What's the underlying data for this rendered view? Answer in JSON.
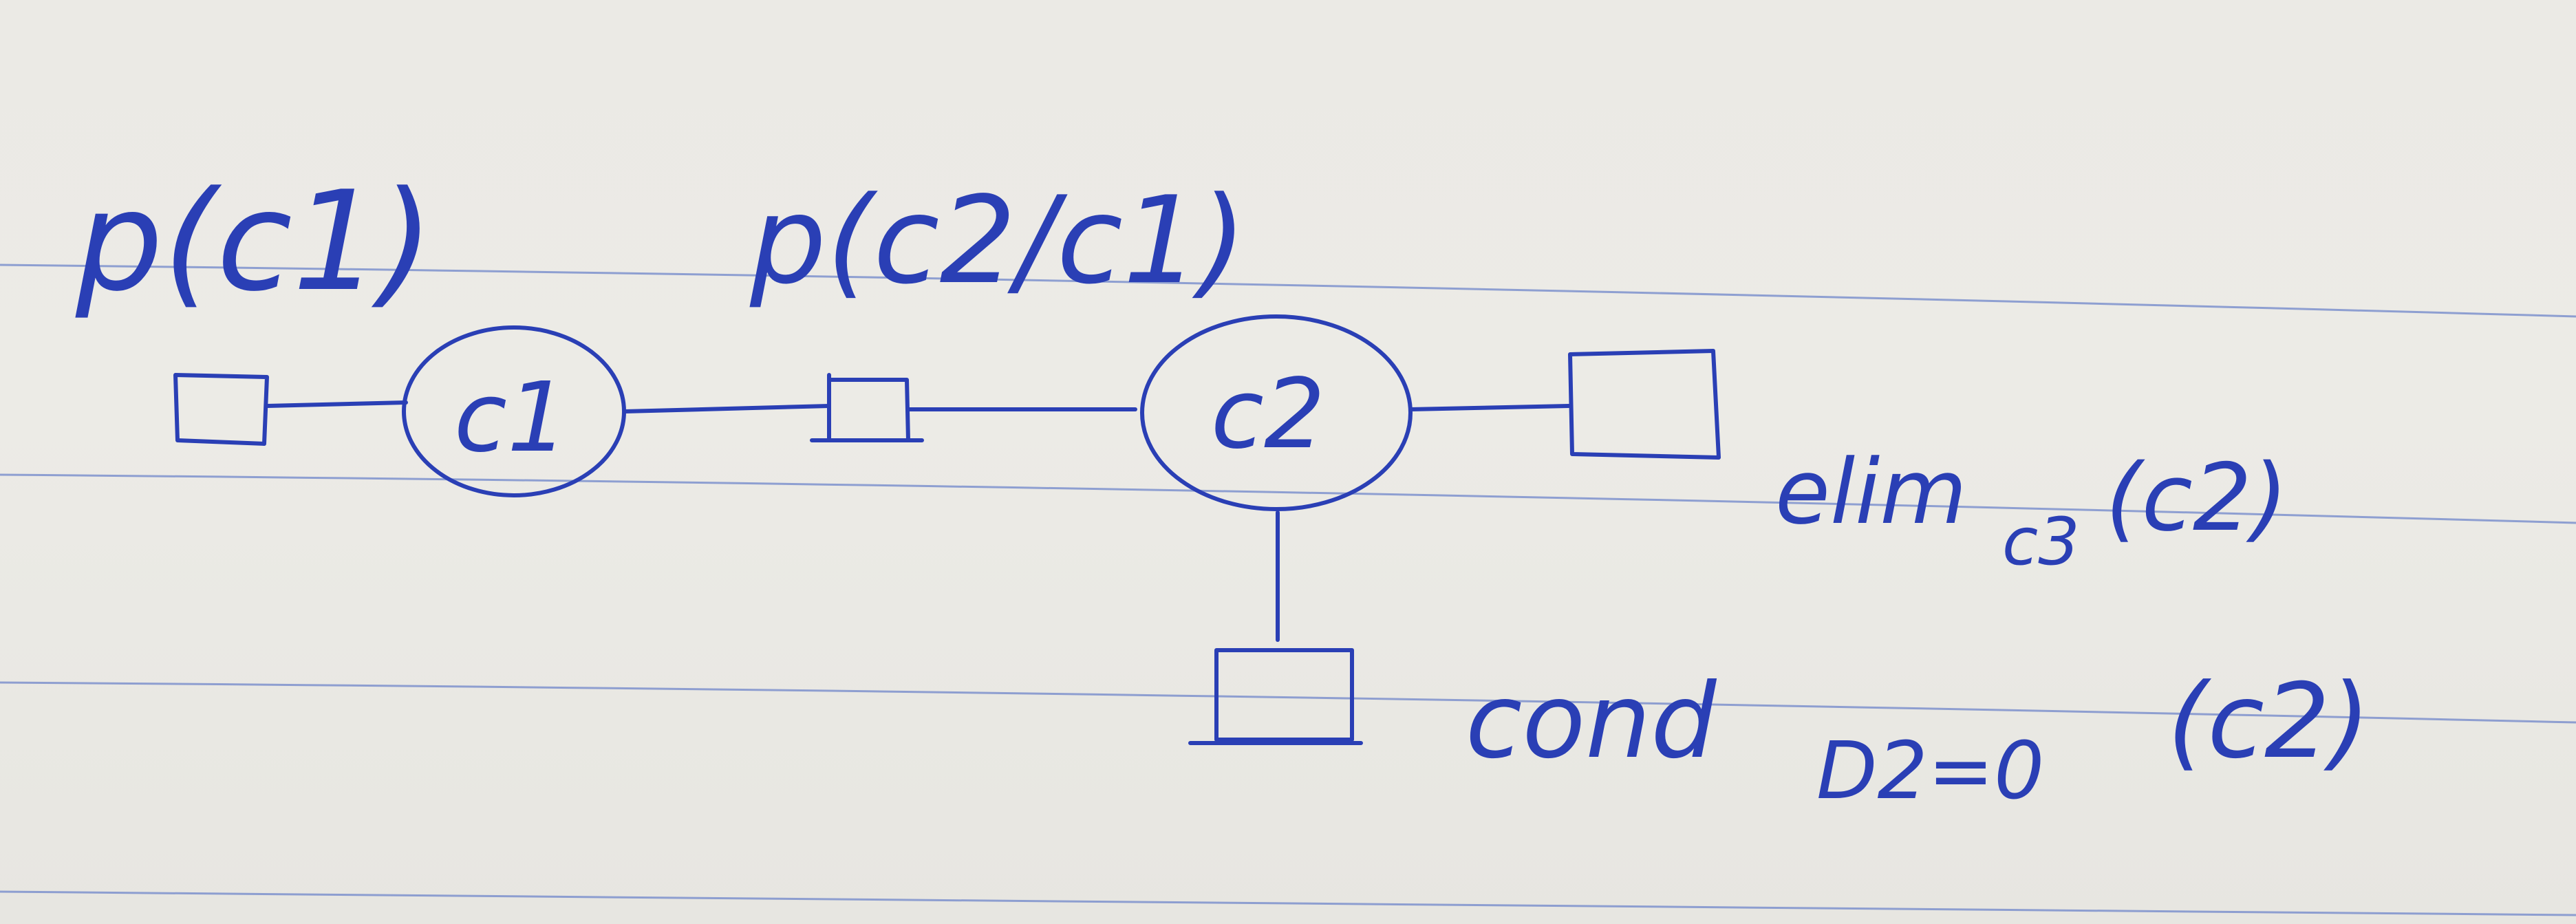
{
  "diagram": {
    "factor_labels": {
      "p_c1": "p(c1)",
      "p_c2_given_c1": "p(c2/c1)",
      "elim_label": "elim",
      "elim_sub": "c3",
      "elim_arg": "(c2)",
      "cond_label": "cond",
      "cond_sub": "D2=0",
      "cond_arg": "(c2)"
    },
    "variable_nodes": {
      "c1": "c1",
      "c2": "c2"
    },
    "ink_color": "#2a3fb5",
    "rule_color": "#6f86c9",
    "paper_color": "#ebeae5"
  }
}
